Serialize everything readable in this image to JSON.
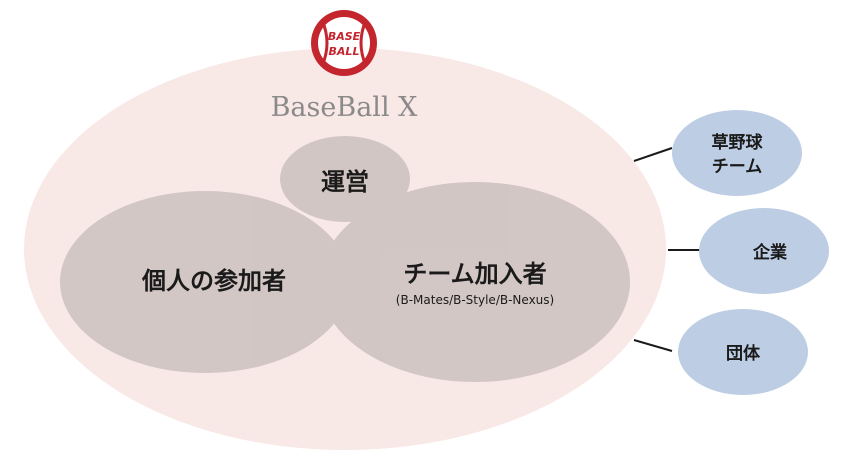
{
  "brand": {
    "name": "BaseBall X",
    "logo_text": "BASE BALL"
  },
  "diagram": {
    "operations": "運営",
    "individual": "個人の参加者",
    "team_members": "チーム加入者",
    "team_members_sub": "(B-Mates/B-Style/B-Nexus)"
  },
  "partners": {
    "amateur_team_line1": "草野球",
    "amateur_team_line2": "チーム",
    "company": "企業",
    "organization": "団体"
  },
  "colors": {
    "outer_fill": "#f8e8e6",
    "circle_fill": "#c8bebc",
    "partner_fill": "#bdcde4",
    "logo_red": "#c4262e"
  }
}
